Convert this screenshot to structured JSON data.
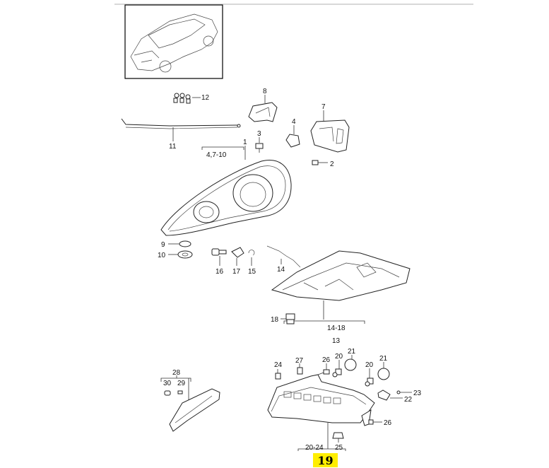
{
  "diagram": {
    "labels": {
      "p12": "12",
      "p8": "8",
      "p7": "7",
      "p4": "4",
      "p3": "3",
      "p11": "11",
      "p1": "1",
      "p4_7_10": "4,7-10",
      "p2": "2",
      "p9": "9",
      "p10": "10",
      "p16": "16",
      "p17": "17",
      "p15": "15",
      "p14": "14",
      "p18": "18",
      "p14_18": "14-18",
      "p13": "13",
      "p28": "28",
      "p30": "30",
      "p29": "29",
      "p24": "24",
      "p27": "27",
      "p26a": "26",
      "p20a": "20",
      "p21a": "21",
      "p20b": "20",
      "p21b": "21",
      "p23": "23",
      "p22": "22",
      "p26b": "26",
      "p20_24": "20-24",
      "p25": "25"
    },
    "page_number": "19",
    "page_number_color": "#ffee00"
  }
}
